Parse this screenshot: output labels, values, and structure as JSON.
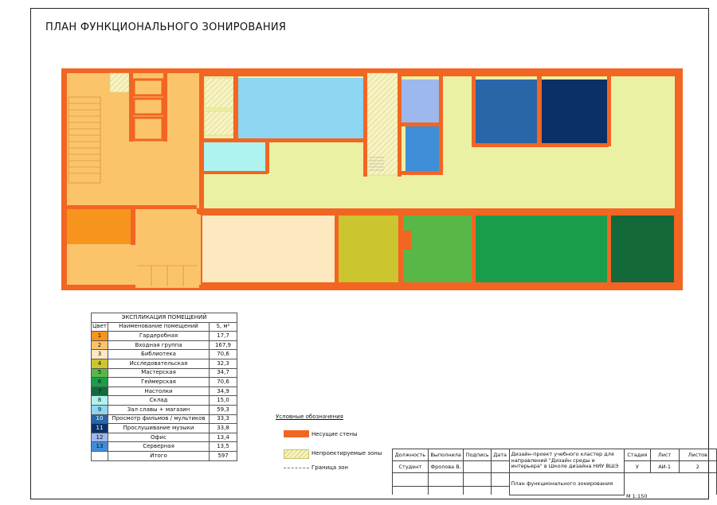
{
  "title": "ПЛАН ФУНКЦИОНАЛЬНОГО ЗОНИРОВАНИЯ",
  "colors": {
    "wall": "#f26522",
    "wardrobe": "#f7941d",
    "entrance": "#fbc46b",
    "library": "#fde8c0",
    "research": "#cbc52f",
    "workshop": "#57b848",
    "gaming": "#1a9e4b",
    "board_games": "#14693a",
    "storage": "#aef3f0",
    "glory_hall": "#8dd5f0",
    "film": "#2866a8",
    "music": "#0b3067",
    "office": "#9db8ec",
    "server": "#3e8fd8",
    "non_designed": "#eaf1a3"
  },
  "explication": {
    "caption": "ЭКСПЛИКАЦИЯ ПОМЕЩЕНИЙ",
    "headers": [
      "Цвет",
      "Наименование помещений",
      "S, м²"
    ],
    "rows": [
      {
        "num": "1",
        "name": "Гардеробная",
        "area": "17,7",
        "color": "#f7941d"
      },
      {
        "num": "2",
        "name": "Входная группа",
        "area": "167,9",
        "color": "#fbc46b"
      },
      {
        "num": "3",
        "name": "Библиотека",
        "area": "70,6",
        "color": "#fde8c0"
      },
      {
        "num": "4",
        "name": "Исследовательская",
        "area": "32,3",
        "color": "#cbc52f"
      },
      {
        "num": "5",
        "name": "Мастерская",
        "area": "34,7",
        "color": "#57b848"
      },
      {
        "num": "6",
        "name": "Геймерская",
        "area": "70,6",
        "color": "#1a9e4b"
      },
      {
        "num": "7",
        "name": "Настолки",
        "area": "34,9",
        "color": "#14693a"
      },
      {
        "num": "8",
        "name": "Склад",
        "area": "15,0",
        "color": "#aef3f0"
      },
      {
        "num": "9",
        "name": "Зал славы + магазин",
        "area": "59,3",
        "color": "#8dd5f0"
      },
      {
        "num": "10",
        "name": "Просмотр фильмов / мультиков",
        "area": "33,3",
        "color": "#2866a8"
      },
      {
        "num": "11",
        "name": "Прослушивание музыки",
        "area": "33,8",
        "color": "#0b3067"
      },
      {
        "num": "12",
        "name": "Офис",
        "area": "13,4",
        "color": "#9db8ec"
      },
      {
        "num": "13",
        "name": "Серверная",
        "area": "13,5",
        "color": "#3e8fd8"
      }
    ],
    "total_label": "Итого",
    "total_value": "597"
  },
  "legend": {
    "title": "Условные обозначения",
    "walls": "Несущие стены",
    "non_designed": "Непроектируемые зоны",
    "boundary": "Граница зон"
  },
  "stamp": {
    "headers": [
      "Должность",
      "Выполнила",
      "Подпись",
      "Дата"
    ],
    "role": "Студент",
    "author": "Фролова В.",
    "project": "Дизайн-проект учебного кластер для направлений \"Дизайн среды и интерьера\" в Школе дизайна НИУ ВШЭ",
    "stage_label": "Стадия",
    "sheet_label": "Лист",
    "sheets_label": "Листов",
    "stage": "У",
    "sheet": "АИ-1",
    "sheets": "2",
    "sheet_title": "План функционального зонирования",
    "scale": "М 1:150"
  }
}
